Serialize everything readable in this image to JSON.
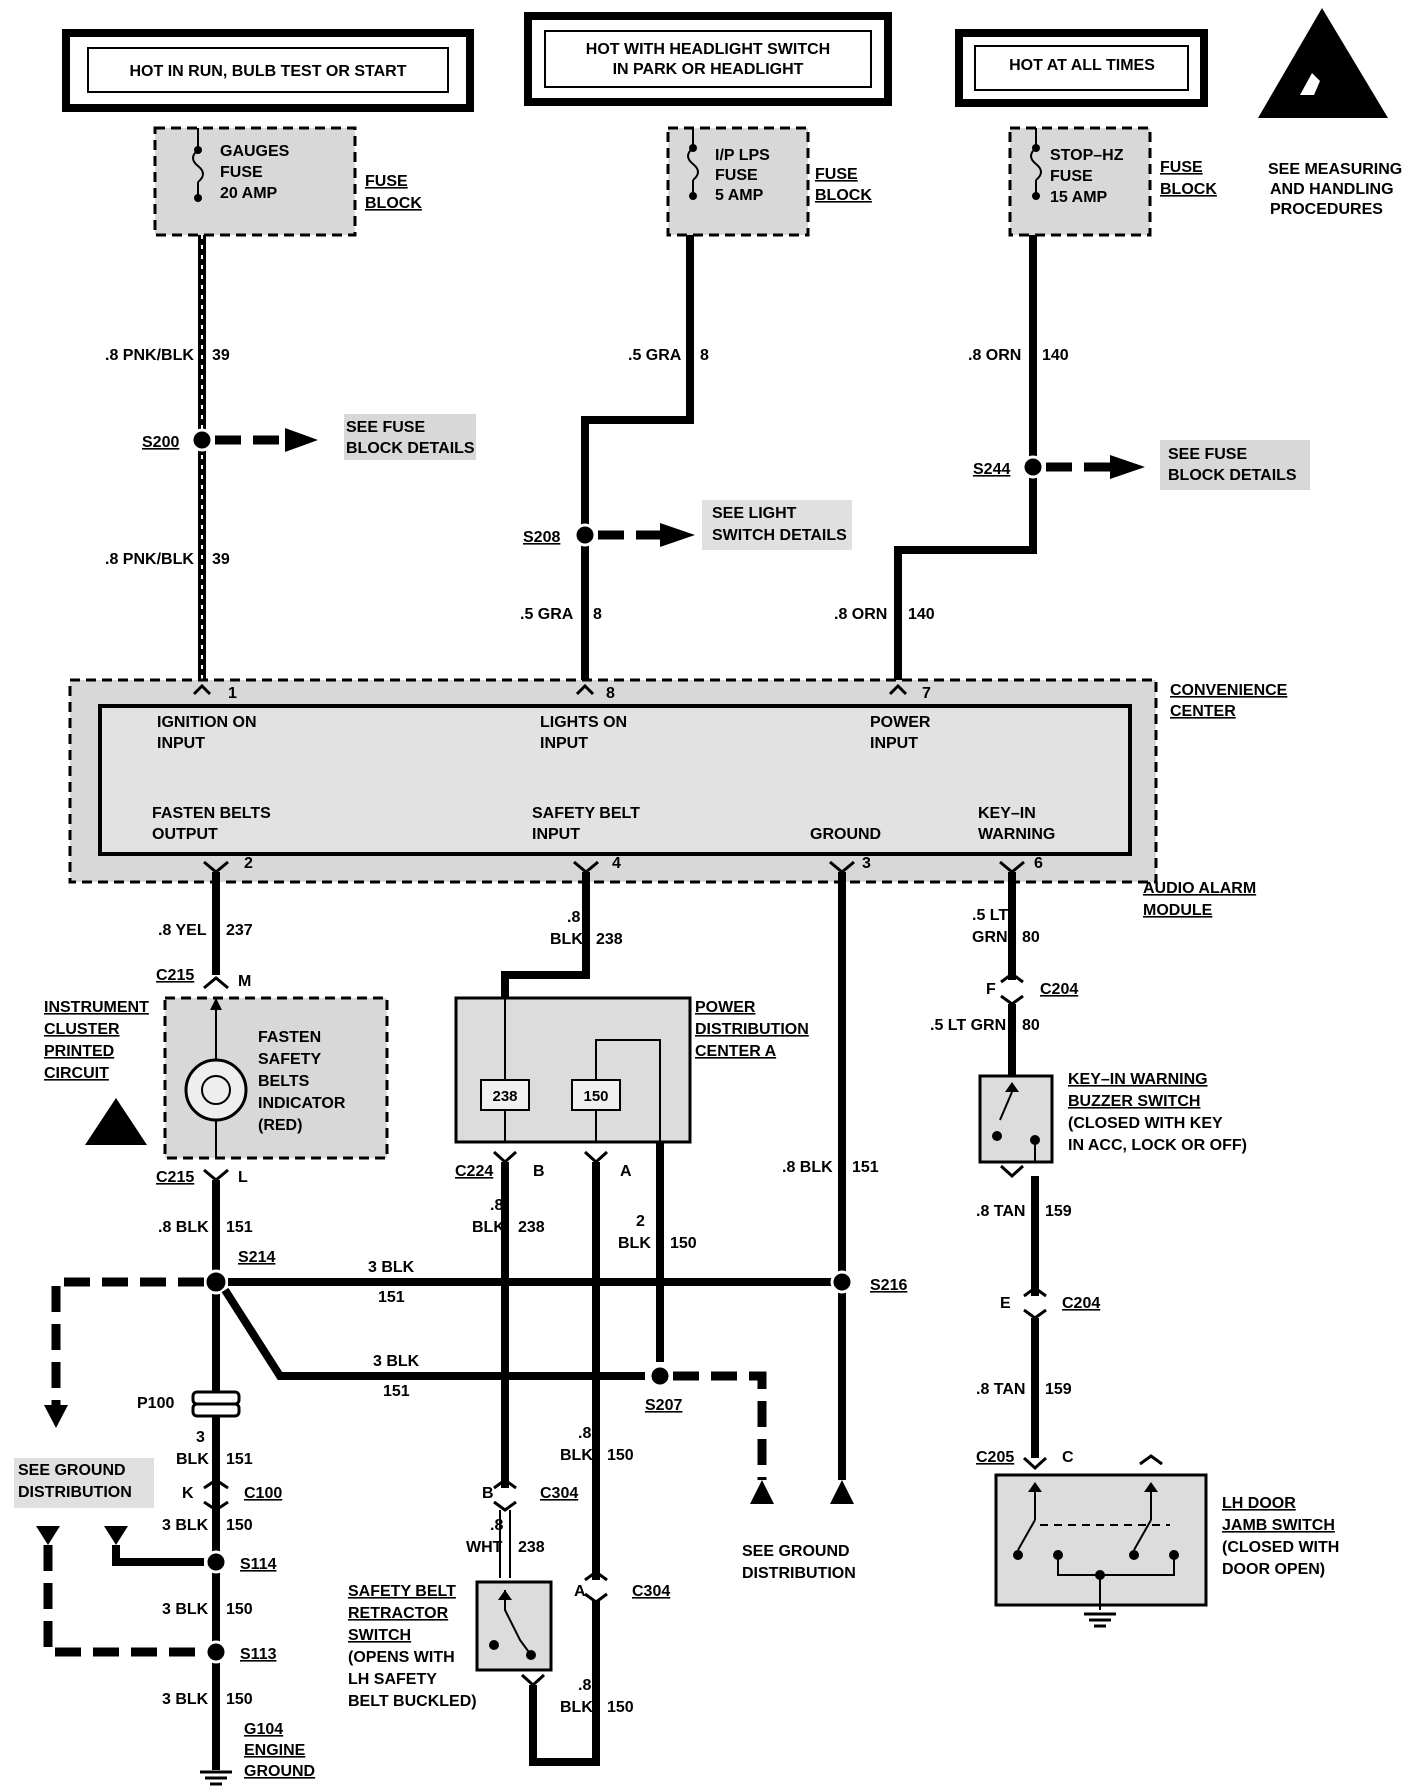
{
  "headers": {
    "run": "HOT IN RUN, BULB TEST OR START",
    "headlight_line1": "HOT WITH HEADLIGHT SWITCH",
    "headlight_line2": "IN PARK OR HEADLIGHT",
    "all_times": "HOT AT ALL TIMES"
  },
  "esd_note": [
    "SEE MEASURING",
    "AND HANDLING",
    "PROCEDURES"
  ],
  "fuses": {
    "gauges": [
      "GAUGES",
      "FUSE",
      "20 AMP"
    ],
    "iplps": [
      "I/P LPS",
      "FUSE",
      "5 AMP"
    ],
    "stophz": [
      "STOP–HZ",
      "FUSE",
      "15 AMP"
    ],
    "block_label": [
      "FUSE",
      "BLOCK"
    ]
  },
  "wires": {
    "pnk_blk": ".8 PNK/BLK",
    "pnk_blk_num": "39",
    "gra": ".5 GRA",
    "gra_num": "8",
    "orn": ".8 ORN",
    "orn_num": "140",
    "yel": ".8 YEL",
    "yel_num": "237",
    "blk238_a": ".8",
    "blk238_b": "BLK",
    "blk238_num": "238",
    "lt_grn_a": ".5 LT",
    "lt_grn_b": "GRN",
    "lt_grn_num": "80",
    "lt_grn_full": ".5 LT GRN",
    "blk151": ".8 BLK",
    "num151": "151",
    "tan": ".8 TAN",
    "tan_num": "159",
    "blk150_2": "2",
    "blk150_2b": "BLK",
    "num150": "150",
    "three_blk": "3 BLK",
    "three": "3",
    "blk": "BLK",
    "wht": "WHT",
    "point8": ".8"
  },
  "splices": {
    "s200": "S200",
    "s208": "S208",
    "s244": "S244",
    "s214": "S214",
    "s216": "S216",
    "s207": "S207",
    "s114": "S114",
    "s113": "S113"
  },
  "see_details": {
    "fuse_block": [
      "SEE FUSE",
      "BLOCK DETAILS"
    ],
    "light_switch": [
      "SEE LIGHT",
      "SWITCH DETAILS"
    ],
    "ground": [
      "SEE GROUND",
      "DISTRIBUTION"
    ]
  },
  "convenience_center": {
    "label": [
      "CONVENIENCE",
      "CENTER"
    ],
    "module_label": [
      "AUDIO ALARM",
      "MODULE"
    ],
    "inputs": [
      {
        "pin": "1",
        "line1": "IGNITION ON",
        "line2": "INPUT"
      },
      {
        "pin": "8",
        "line1": "LIGHTS ON",
        "line2": "INPUT"
      },
      {
        "pin": "7",
        "line1": "POWER",
        "line2": "INPUT"
      }
    ],
    "outputs": [
      {
        "pin": "2",
        "line1": "FASTEN BELTS",
        "line2": "OUTPUT"
      },
      {
        "pin": "4",
        "line1": "SAFETY BELT",
        "line2": "INPUT"
      },
      {
        "pin": "3",
        "line1": "",
        "line2": "GROUND"
      },
      {
        "pin": "6",
        "line1": "KEY–IN",
        "line2": "WARNING"
      }
    ]
  },
  "connectors": {
    "c215": "C215",
    "m": "M",
    "l": "L",
    "c204": "C204",
    "f": "F",
    "e": "E",
    "c224": "C224",
    "b": "B",
    "a": "A",
    "c304": "C304",
    "c100": "C100",
    "k": "K",
    "p100": "P100",
    "c205": "C205",
    "c": "C"
  },
  "cluster": {
    "label": [
      "INSTRUMENT",
      "CLUSTER",
      "PRINTED",
      "CIRCUIT"
    ],
    "indicator": [
      "FASTEN",
      "SAFETY",
      "BELTS",
      "INDICATOR",
      "(RED)"
    ]
  },
  "pdc": {
    "label": [
      "POWER",
      "DISTRIBUTION",
      "CENTER A"
    ],
    "fuse1": "238",
    "fuse2": "150"
  },
  "key_switch": [
    "KEY–IN WARNING",
    "BUZZER  SWITCH",
    "(CLOSED WITH KEY",
    "IN ACC, LOCK OR OFF)"
  ],
  "door_switch": [
    "LH DOOR",
    "JAMB SWITCH",
    "(CLOSED WITH",
    "DOOR OPEN)"
  ],
  "retractor": [
    "SAFETY BELT",
    "RETRACTOR",
    "SWITCH",
    "(OPENS WITH",
    "LH SAFETY",
    "BELT BUCKLED)"
  ],
  "ground": [
    "G104",
    "ENGINE",
    "GROUND"
  ]
}
